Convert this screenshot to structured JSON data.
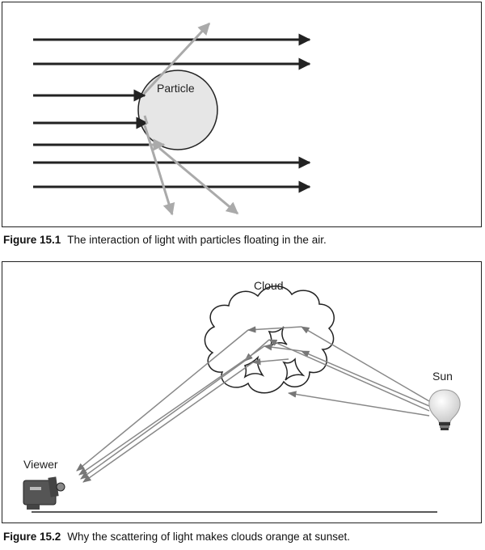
{
  "figure1": {
    "particle_label": "Particle",
    "caption_number": "Figure 15.1",
    "caption_text": "The interaction of light with particles floating in the air."
  },
  "figure2": {
    "cloud_label": "Cloud",
    "sun_label": "Sun",
    "viewer_label": "Viewer",
    "caption_number": "Figure 15.2",
    "caption_text": "Why the scattering of light makes clouds orange at sunset."
  },
  "colors": {
    "dark_arrow": "#222222",
    "scattered_arrow": "#aaaaaa",
    "particle_fill": "#e6e6e6",
    "cloud_arrow": "#888888"
  },
  "icons": [
    "light-bulb-icon",
    "video-camera-icon"
  ]
}
